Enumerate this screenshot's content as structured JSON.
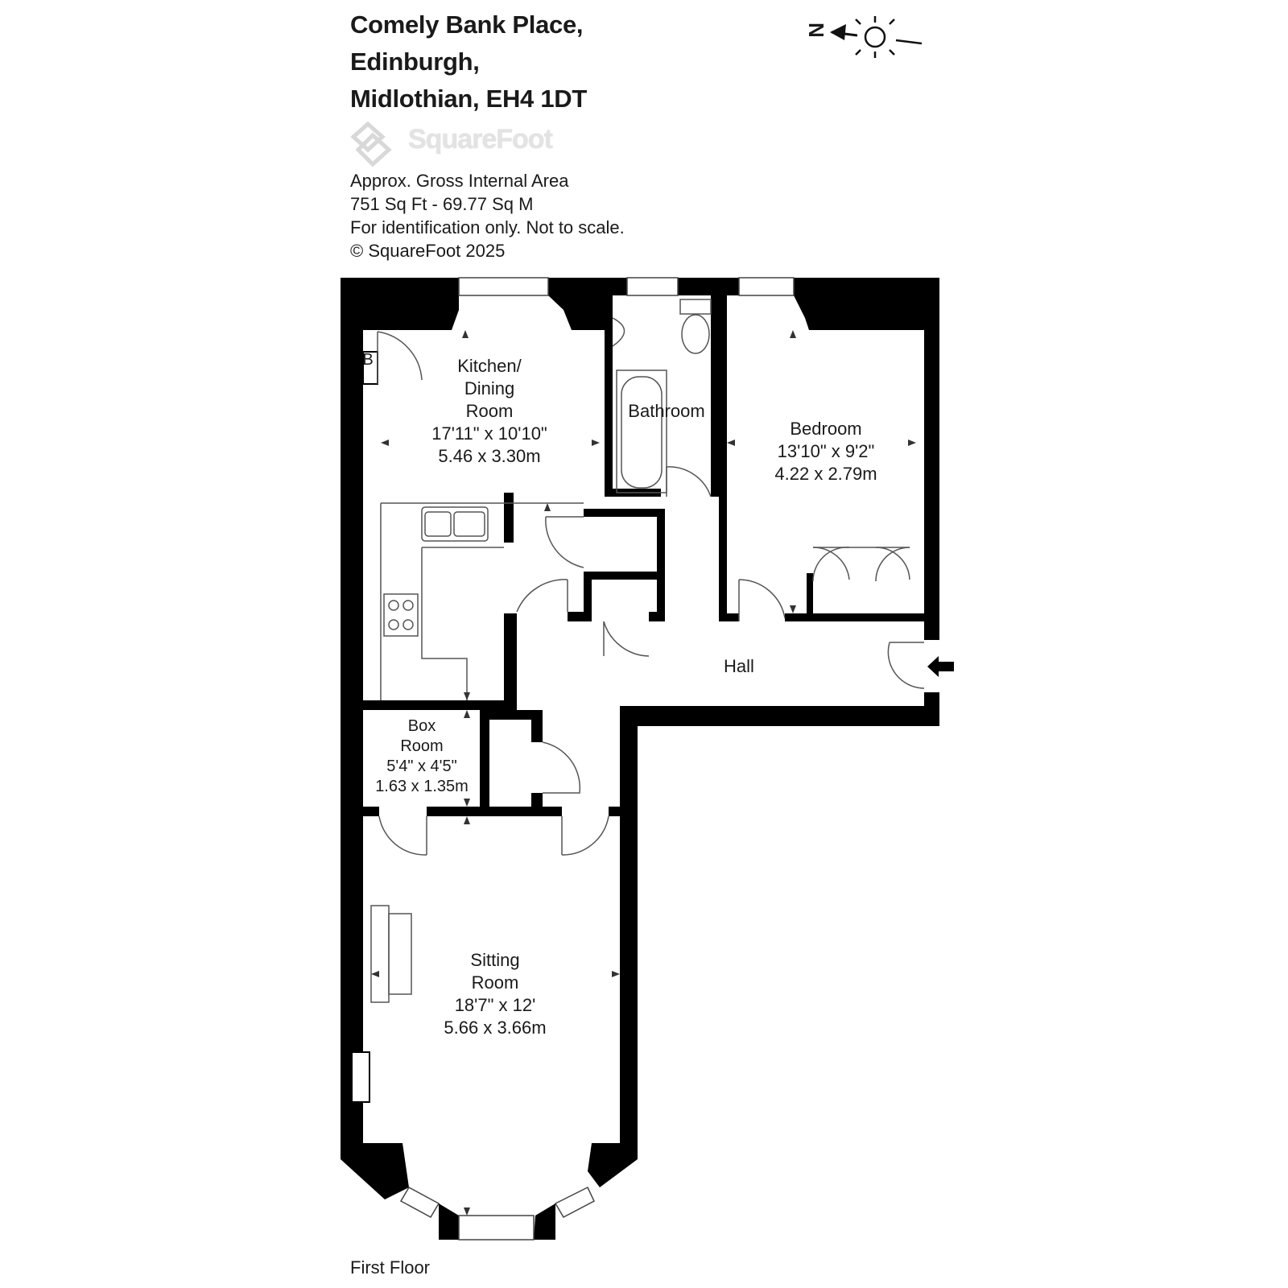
{
  "address": {
    "line1": "Comely Bank Place,",
    "line2": "Edinburgh,",
    "line3": "Midlothian, EH4 1DT"
  },
  "brand": {
    "logo_text": "SquareFoot"
  },
  "area_info": {
    "title": "Approx. Gross Internal Area",
    "size": "751 Sq Ft  -  69.77 Sq M",
    "disclaimer": "For identification only. Not to scale.",
    "copyright": "© SquareFoot 2025"
  },
  "compass": {
    "north_label": "N"
  },
  "rooms": {
    "kitchen": {
      "name_1": "Kitchen/",
      "name_2": "Dining",
      "name_3": "Room",
      "imperial": "17'11\" x 10'10\"",
      "metric": "5.46 x 3.30m"
    },
    "bathroom": {
      "name": "Bathroom"
    },
    "bedroom": {
      "name": "Bedroom",
      "imperial": "13'10\" x 9'2\"",
      "metric": "4.22 x 2.79m"
    },
    "hall": {
      "name": "Hall"
    },
    "box_room": {
      "name_1": "Box",
      "name_2": "Room",
      "imperial": "5'4\" x 4'5\"",
      "metric": "1.63 x 1.35m"
    },
    "sitting_room": {
      "name_1": "Sitting",
      "name_2": "Room",
      "imperial": "18'7\" x 12'",
      "metric": "5.66 x 3.66m"
    },
    "boiler": {
      "label": "B"
    }
  },
  "floor_label": "First Floor",
  "colors": {
    "wall": "#000000",
    "fixture": "#555555",
    "logo": "#e3e3e3"
  }
}
